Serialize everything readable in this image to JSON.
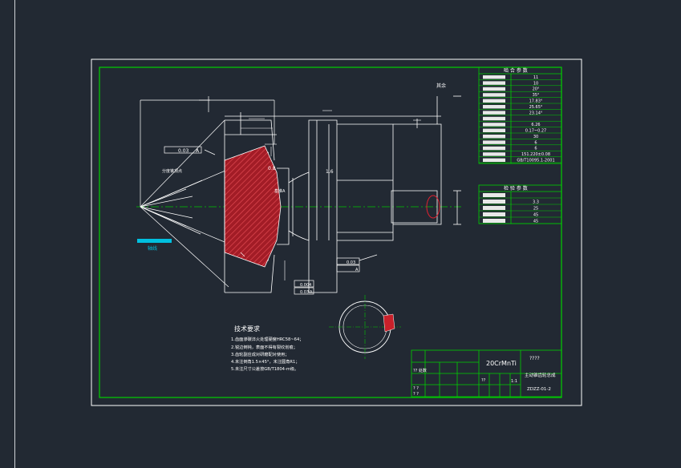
{
  "app": {
    "title": "CAD drawing viewer"
  },
  "colors": {
    "background": "#222933",
    "frame": "#ffffff",
    "border": "#00d000",
    "line": "#ffffff",
    "hatch": "#c8202a",
    "centerline": "#00c800",
    "highlight": "#00c0e0"
  },
  "title_block": {
    "material": "20CrMnTi",
    "part_name_placeholder": "????",
    "drawing_name": "主动锥齿轮总成",
    "drawing_number": "ZDZZ-01-2",
    "row_label_1": "?? 处数",
    "row_label_2": "??",
    "scale": "1:1",
    "qty_marks": [
      "? ?",
      "? ?"
    ]
  },
  "meshing_table": {
    "header": "啮 合 参 数",
    "values": [
      "11",
      "10",
      "20°",
      "35°",
      "17.83°",
      "25.65°",
      "23.14°",
      "",
      "6.26",
      "0.17~0.27",
      "30",
      "6",
      "6",
      "151.220±0.08",
      "GB/T10095.1-2001"
    ]
  },
  "detect_table": {
    "header": "检 验 参 数",
    "values": [
      "",
      "3.3",
      "25",
      "45",
      "45"
    ]
  },
  "tech_requirements": {
    "title": "技术要求",
    "items": [
      "1.齿面渗碳淬火处理硬度HRC58~64；",
      "2.锐边倒钝，表面不得有裂纹划痕；",
      "3.齿轮副应成对研磨配对使用；",
      "4.未注倒角1.5×45°，未注圆角R1；",
      "5.未注尺寸公差按GB/T1804-m级。"
    ]
  },
  "annotations": {
    "tol_1": "0.03",
    "tol_1_ref": "A",
    "tol_2": "0.03",
    "tol_2_ref": "A",
    "tol_3": "0.004",
    "tol_4": "0.03",
    "tol_4_ref": "A",
    "roughness_1": "0.8",
    "roughness_2": "1.6",
    "roughness_other": "其余",
    "label_left": "分度锥顶点",
    "label_cyan": "轴线",
    "other_note": "基准A"
  }
}
